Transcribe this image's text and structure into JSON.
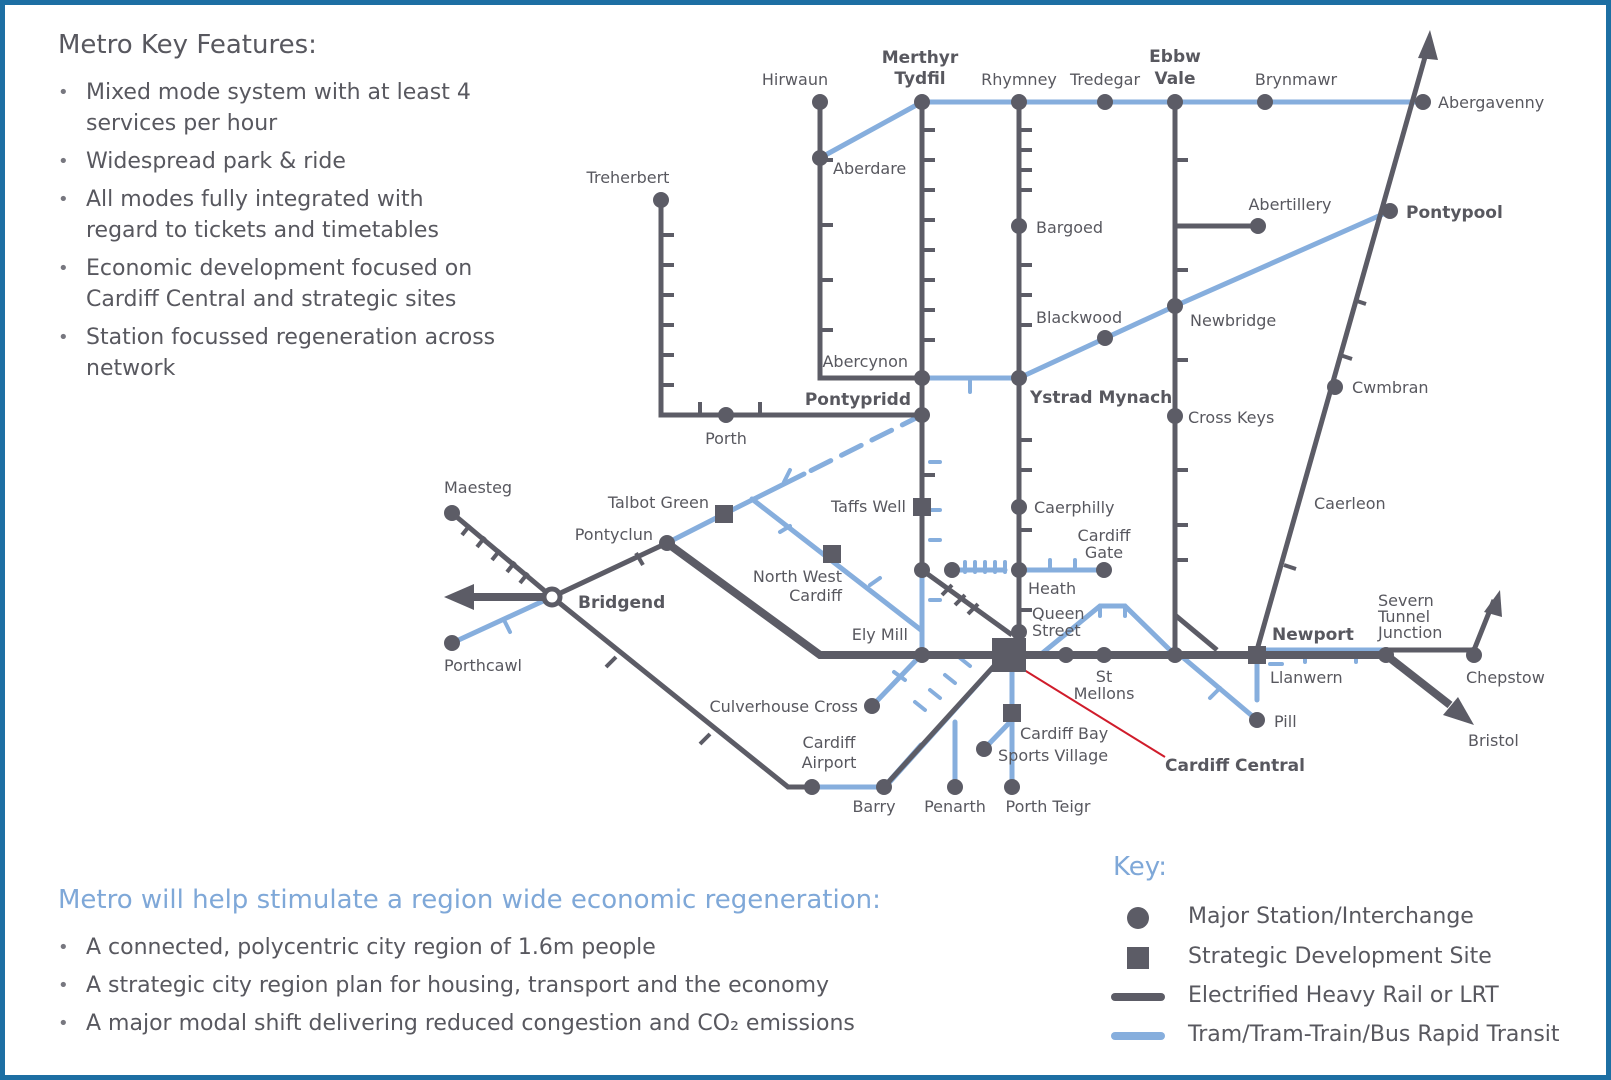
{
  "features": {
    "title": "Metro Key Features:",
    "items": [
      "Mixed mode system with at least 4 services per hour",
      "Widespread park & ride",
      "All modes fully integrated with regard to tickets and timetables",
      "Economic development focused on Cardiff Central and strategic sites",
      "Station focussed regeneration across network"
    ]
  },
  "regeneration": {
    "title": "Metro will help stimulate a region wide economic regeneration:",
    "items": [
      "A connected, polycentric city region of 1.6m people",
      "A strategic city region plan for housing, transport and the economy",
      "A major modal shift delivering reduced congestion and CO₂ emissions"
    ]
  },
  "key": {
    "title": "Key:",
    "items": [
      {
        "symbol": "circle",
        "label": "Major Station/Interchange"
      },
      {
        "symbol": "square",
        "label": "Strategic Development Site"
      },
      {
        "symbol": "heavy-rail-line",
        "label": "Electrified Heavy Rail or LRT"
      },
      {
        "symbol": "tram-line",
        "label": "Tram/Tram-Train/Bus Rapid Transit"
      }
    ]
  },
  "colors": {
    "border": "#1d6fa3",
    "heavy_rail": "#5c5c66",
    "tram": "#86aedd",
    "text": "#58585f",
    "callout": "#d01c2b"
  },
  "stations": {
    "hirwaun": "Hirwaun",
    "merthyr_tydfil_1": "Merthyr",
    "merthyr_tydfil_2": "Tydfil",
    "rhymney": "Rhymney",
    "tredegar": "Tredegar",
    "ebbw_vale_1": "Ebbw",
    "ebbw_vale_2": "Vale",
    "brynmawr": "Brynmawr",
    "abergavenny": "Abergavenny",
    "aberdare": "Aberdare",
    "treherbert": "Treherbert",
    "bargoed": "Bargoed",
    "abertillery": "Abertillery",
    "pontypool": "Pontypool",
    "blackwood": "Blackwood",
    "newbridge": "Newbridge",
    "abercynon": "Abercynon",
    "ystrad_mynach": "Ystrad Mynach",
    "pontypridd": "Pontypridd",
    "cwmbran": "Cwmbran",
    "porth": "Porth",
    "cross_keys": "Cross Keys",
    "maesteg": "Maesteg",
    "talbot_green": "Talbot Green",
    "taffs_well": "Taffs Well",
    "caerphilly": "Caerphilly",
    "caerleon": "Caerleon",
    "pontyclun": "Pontyclun",
    "cardiff_gate_1": "Cardiff",
    "cardiff_gate_2": "Gate",
    "north_west_cardiff_1": "North West",
    "north_west_cardiff_2": "Cardiff",
    "bridgend": "Bridgend",
    "heath": "Heath",
    "queen_street_1": "Queen",
    "queen_street_2": "Street",
    "severn_tunnel_1": "Severn",
    "severn_tunnel_2": "Tunnel",
    "severn_tunnel_3": "Junction",
    "newport": "Newport",
    "ely_mill": "Ely Mill",
    "porthcawl": "Porthcawl",
    "chepstow": "Chepstow",
    "llanwern": "Llanwern",
    "st_mellons_1": "St",
    "st_mellons_2": "Mellons",
    "culverhouse_cross": "Culverhouse Cross",
    "pill": "Pill",
    "cardiff_bay": "Cardiff Bay",
    "sports_village": "Sports Village",
    "bristol": "Bristol",
    "cardiff_airport_1": "Cardiff",
    "cardiff_airport_2": "Airport",
    "cardiff_central": "Cardiff Central",
    "barry": "Barry",
    "penarth": "Penarth",
    "porth_teigr": "Porth Teigr"
  }
}
